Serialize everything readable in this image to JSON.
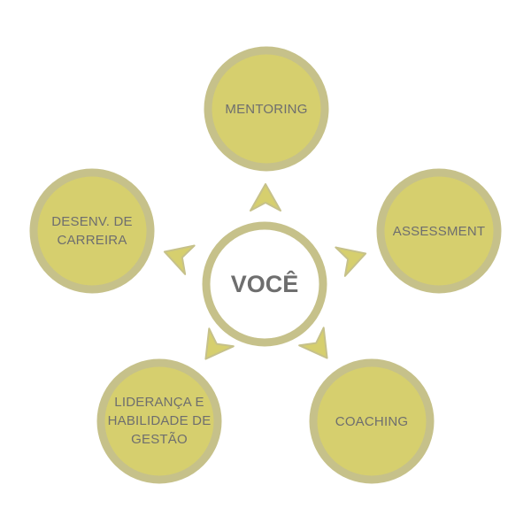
{
  "colors": {
    "node_fill": "#d6cf6e",
    "node_ring": "#c6c18a",
    "center_ring": "#c6c18a",
    "center_fill": "#ffffff",
    "arrow_fill": "#d6cf6e",
    "arrow_edge": "#c6c18a",
    "text": "#6e6e6e"
  },
  "center": {
    "label": "VOCÊ"
  },
  "nodes": [
    {
      "id": "mentoring",
      "label": "MENTORING"
    },
    {
      "id": "assessment",
      "label": "ASSESSMENT"
    },
    {
      "id": "coaching",
      "label": "COACHING"
    },
    {
      "id": "lideranca",
      "label": "LIDERANÇA E HABILIDADE DE GESTÃO"
    },
    {
      "id": "desenv",
      "label": "DESENV. DE CARREIRA"
    }
  ]
}
